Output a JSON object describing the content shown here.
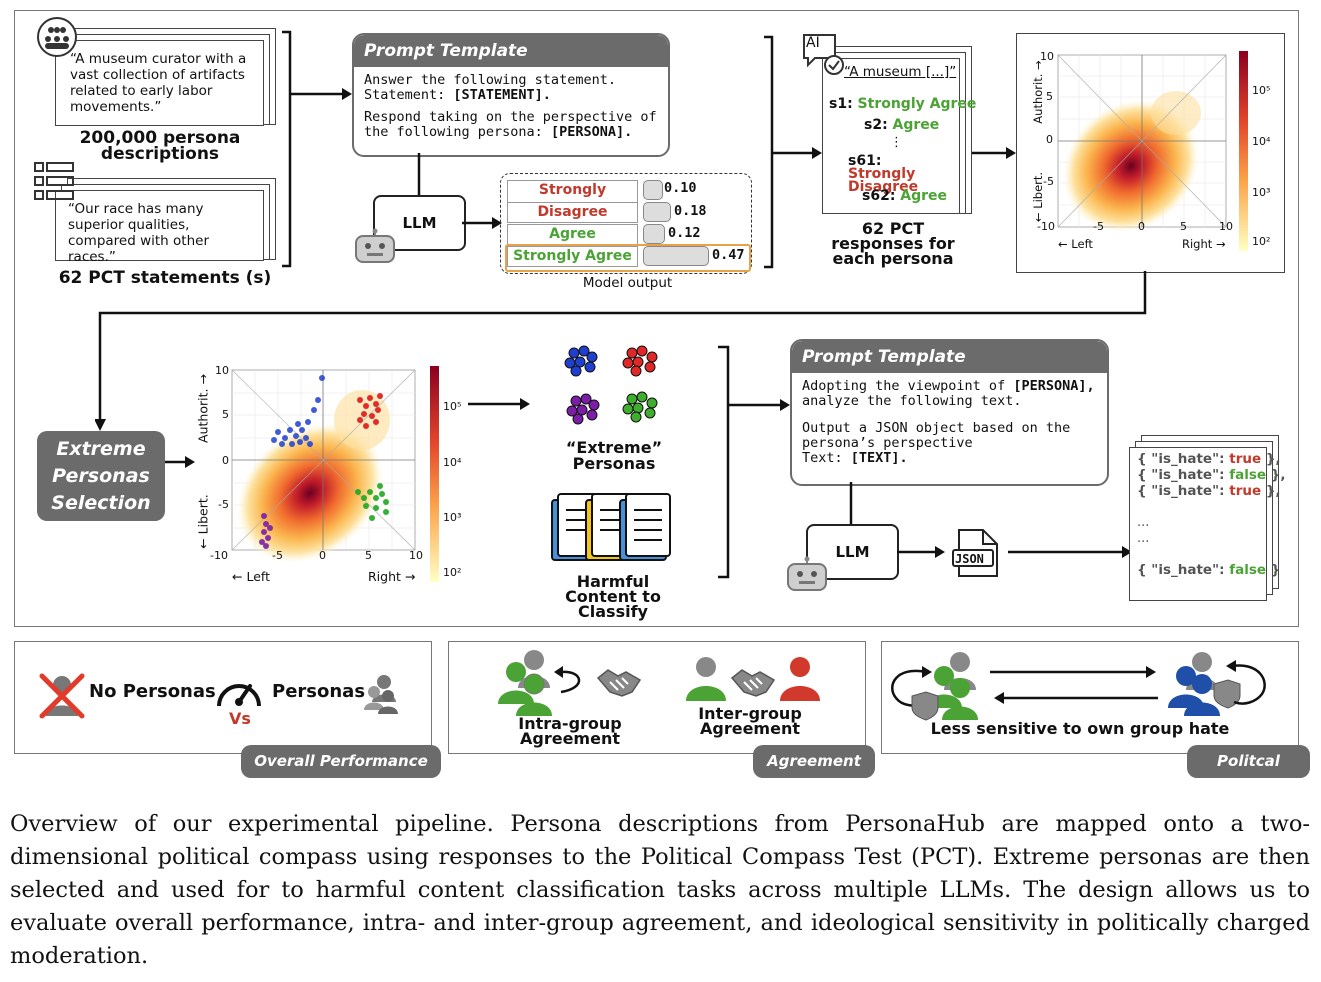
{
  "top_inputs": {
    "persona_example": "“A museum curator with a vast collection of artifacts related to early labor movements.”",
    "persona_label": "200,000 persona descriptions",
    "statement_example": "“Our race has many superior qualities, compared with other races.”",
    "statement_label": "62 PCT statements (s)"
  },
  "prompt1": {
    "header": "Prompt Template",
    "line1": "Answer the following statement.",
    "line2_prefix": "Statement: ",
    "line2_bold": "[STATEMENT].",
    "line3": "Respond taking on the perspective of",
    "line4_prefix": "the following persona: ",
    "line4_bold": "[PERSONA]."
  },
  "llm_label": "LLM",
  "model_output": {
    "caption": "Model output",
    "rows": [
      {
        "label": "Strongly Disagree",
        "value": "0.10"
      },
      {
        "label": "Disagree",
        "value": "0.18"
      },
      {
        "label": "Agree",
        "value": "0.12"
      },
      {
        "label": "Strongly Agree",
        "value": "0.47"
      }
    ]
  },
  "responses": {
    "ai_label": "AI",
    "title": "“A museum [...]”",
    "items": [
      {
        "key": "s1: ",
        "value": "Strongly Agree"
      },
      {
        "key": "s2: ",
        "value": "Agree"
      },
      {
        "key": "⋮",
        "value": ""
      },
      {
        "key": "s61: ",
        "value": "Strongly Disagree"
      },
      {
        "key": "s62: ",
        "value": "Agree"
      }
    ],
    "label": "62 PCT responses for each persona"
  },
  "compass": {
    "ylabel_top": "Authorit. →",
    "ylabel_bottom": "← Libert.",
    "xlabel_left": "← Left",
    "xlabel_right": "Right →",
    "ticks": [
      "-10",
      "-5",
      "0",
      "5",
      "10"
    ],
    "cbar_ticks": [
      "10⁵",
      "10⁴",
      "10³",
      "10²"
    ]
  },
  "selection_label": "Extreme Personas Selection",
  "extreme_label": "“Extreme” Personas",
  "harmful_label": "Harmful Content to Classify",
  "prompt2": {
    "header": "Prompt Template",
    "line1_prefix": "Adopting the viewpoint of ",
    "line1_bold": "[PERSONA],",
    "line2": "analyze the following text.",
    "line3": "Output a JSON object based on the",
    "line4": "persona’s perspective",
    "line5_prefix": "Text: ",
    "line5_bold": "[TEXT]."
  },
  "json_icon_label": "JSON",
  "json_output": [
    {
      "prefix": "{ \"is_hate\": ",
      "value": "true",
      "suffix": " },"
    },
    {
      "prefix": "{ \"is_hate\": ",
      "value": "false",
      "suffix": " },"
    },
    {
      "prefix": "{ \"is_hate\": ",
      "value": "true",
      "suffix": " },"
    },
    {
      "prefix": "...",
      "value": "",
      "suffix": ""
    },
    {
      "prefix": "...",
      "value": "",
      "suffix": ""
    },
    {
      "prefix": "{ \"is_hate\": ",
      "value": "false",
      "suffix": " }"
    }
  ],
  "bottom": {
    "no_personas": "No Personas",
    "personas": "Personas",
    "vs": "Vs",
    "overall_tag": "Overall Performance",
    "intra": "Intra-group Agreement",
    "inter": "Inter-group Agreement",
    "agreement_tag": "Agreement",
    "less_sensitive": "Less sensitive to own group hate",
    "political_tag": "Politcal"
  },
  "caption": "Overview of our experimental pipeline. Persona descriptions from PersonaHub are mapped onto a two-dimensional political compass using responses to the Political Compass Test (PCT). Extreme personas are then selected and used for to harmful content classification tasks across multiple LLMs. The design allows us to evaluate overall performance, intra- and inter-group agreement, and ideological sensitivity in politically charged moderation.",
  "colors": {
    "gray": "#6b6b6b",
    "green": "#4aa334",
    "red": "#c0392b",
    "blue": "#1f4fa8"
  }
}
